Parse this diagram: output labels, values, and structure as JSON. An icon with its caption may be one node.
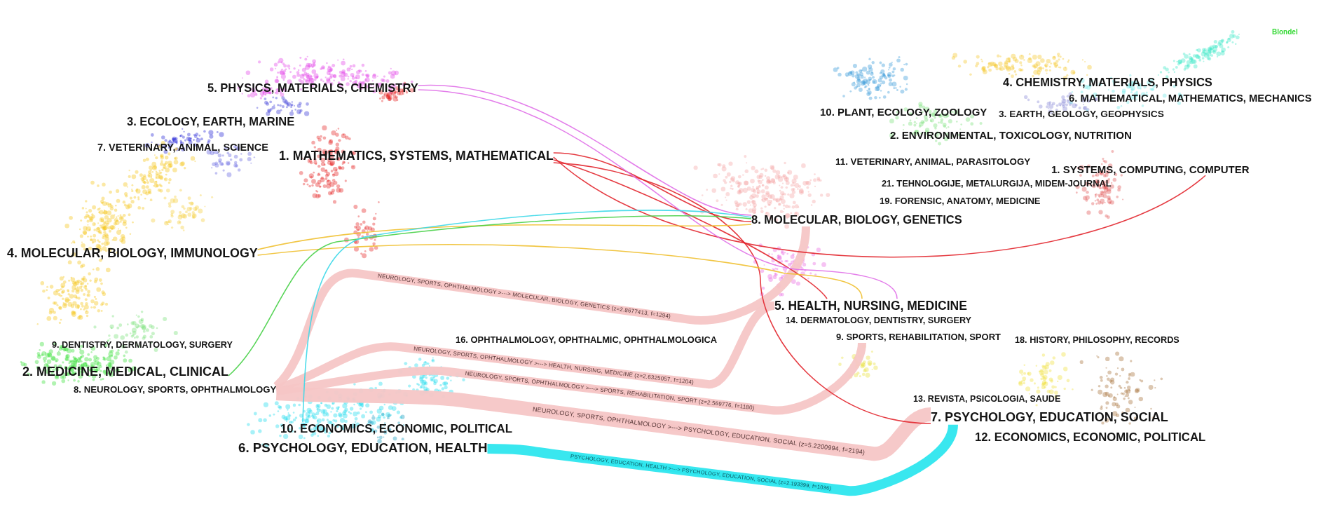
{
  "diagram": {
    "nodes": [
      {
        "text": [
          "5. PHYSICS, MATERIALS, CHEMISTRY"
        ]
      },
      {
        "text": [
          "3. ECOLOGY, EARTH, MARINE"
        ]
      },
      {
        "text": [
          "7. VETERINARY, ANIMAL, SCIENCE"
        ]
      },
      {
        "text": [
          "1. MATHEMATICS, SYSTEMS, MATHEMATICAL"
        ]
      },
      {
        "text": [
          "4. MOLECULAR, BIOLOGY, IMMUNOLOGY"
        ]
      },
      {
        "text": [
          "9. DENTISTRY, DERMATOLOGY, SURGERY"
        ]
      },
      {
        "text": [
          "2. MEDICINE, MEDICAL, CLINICAL"
        ]
      },
      {
        "text": [
          "8. NEUROLOGY, SPORTS, OPHTHALMOLOGY"
        ]
      },
      {
        "text": [
          "10. ECONOMICS, ECONOMIC, POLITICAL"
        ]
      },
      {
        "text": [
          "6. PSYCHOLOGY, EDUCATION, HEALTH"
        ]
      },
      {
        "text": [
          "4. CHEMISTRY, MATERIALS, PHYSICS"
        ]
      },
      {
        "text": [
          "6. MATHEMATICAL, MATHEMATICS, MECHANICS"
        ]
      },
      {
        "text": [
          "10. PLANT, ECOLOGY, ZOOLOGY"
        ]
      },
      {
        "text": [
          "3. EARTH, GEOLOGY, GEOPHYSICS"
        ]
      },
      {
        "text": [
          "2. ENVIRONMENTAL, TOXICOLOGY, NUTRITION"
        ]
      },
      {
        "text": [
          "11. VETERINARY, ANIMAL, PARASITOLOGY"
        ]
      },
      {
        "text": [
          "1. SYSTEMS, COMPUTING, COMPUTER"
        ]
      },
      {
        "text": [
          "21. TEHNOLOGIJE, METALURGIJA, MIDEM-JOURNAL"
        ]
      },
      {
        "text": [
          "19. FORENSIC, ANATOMY, MEDICINE"
        ]
      },
      {
        "text": [
          "8. MOLECULAR, BIOLOGY, GENETICS"
        ]
      },
      {
        "text": [
          "5. HEALTH, NURSING, MEDICINE"
        ]
      },
      {
        "text": [
          "14. DERMATOLOGY, DENTISTRY, SURGERY"
        ]
      },
      {
        "text": [
          "16. OPHTHALMOLOGY, OPHTHALMIC, OPHTHALMOLOGICA"
        ]
      },
      {
        "text": [
          "9. SPORTS, REHABILITATION, SPORT"
        ]
      },
      {
        "text": [
          "18. HISTORY, PHILOSOPHY, RECORDS"
        ]
      },
      {
        "text": [
          "13. REVISTA, PSICOLOGIA, SAUDE"
        ]
      },
      {
        "text": [
          "7. PSYCHOLOGY, EDUCATION, SOCIAL"
        ]
      },
      {
        "text": [
          "12. ECONOMICS, ECONOMIC, POLITICAL"
        ]
      }
    ],
    "edges": [
      {
        "from": 7,
        "to": 19,
        "arrow": "none",
        "label": "NEUROLOGY, SPORTS, OPHTHALMOLOGY >---> MOLECULAR, BIOLOGY, GENETICS (z=2.8677413, f=1294)",
        "style": "thick",
        "color": "#f6c6c6"
      },
      {
        "from": 7,
        "to": 20,
        "arrow": "none",
        "label": "NEUROLOGY, SPORTS, OPHTHALMOLOGY >---> HEALTH, NURSING, MEDICINE (z=2.6325057, f=1204)",
        "style": "thick",
        "color": "#f6c6c6"
      },
      {
        "from": 7,
        "to": 23,
        "arrow": "none",
        "label": "NEUROLOGY, SPORTS, OPHTHALMOLOGY >---> SPORTS, REHABILITATION, SPORT (z=2.569776, f=1180)",
        "style": "thick",
        "color": "#f6c6c6"
      },
      {
        "from": 7,
        "to": 26,
        "arrow": "none",
        "label": "NEUROLOGY, SPORTS, OPHTHALMOLOGY >---> PSYCHOLOGY, EDUCATION, SOCIAL (z=5.2200994, f=2194)",
        "style": "thick",
        "color": "#f6c6c6"
      },
      {
        "from": 9,
        "to": 26,
        "arrow": "none",
        "label": "PSYCHOLOGY, EDUCATION, HEALTH >---> PSYCHOLOGY, EDUCATION, SOCIAL (z=2.193399, f=1036)",
        "style": "thick",
        "color": "#2ee6ee"
      },
      {
        "from": 3,
        "to": 19,
        "arrow": "none",
        "color": "#e2262e"
      },
      {
        "from": 3,
        "to": 16,
        "arrow": "none",
        "color": "#e2262e"
      },
      {
        "from": 3,
        "to": 20,
        "arrow": "none",
        "color": "#e2262e"
      },
      {
        "from": 3,
        "to": 26,
        "arrow": "none",
        "color": "#e2262e"
      },
      {
        "from": 0,
        "to": 19,
        "arrow": "none",
        "color": "#e070e8"
      },
      {
        "from": 0,
        "to": 20,
        "arrow": "none",
        "color": "#e070e8"
      },
      {
        "from": 4,
        "to": 19,
        "arrow": "none",
        "color": "#f0c030"
      },
      {
        "from": 4,
        "to": 20,
        "arrow": "none",
        "color": "#f0c030"
      },
      {
        "from": 6,
        "to": 19,
        "arrow": "none",
        "color": "#48d048"
      },
      {
        "from": 8,
        "to": 19,
        "arrow": "none",
        "color": "#3cd8e8"
      }
    ],
    "labels": [
      "Blondel"
    ]
  }
}
